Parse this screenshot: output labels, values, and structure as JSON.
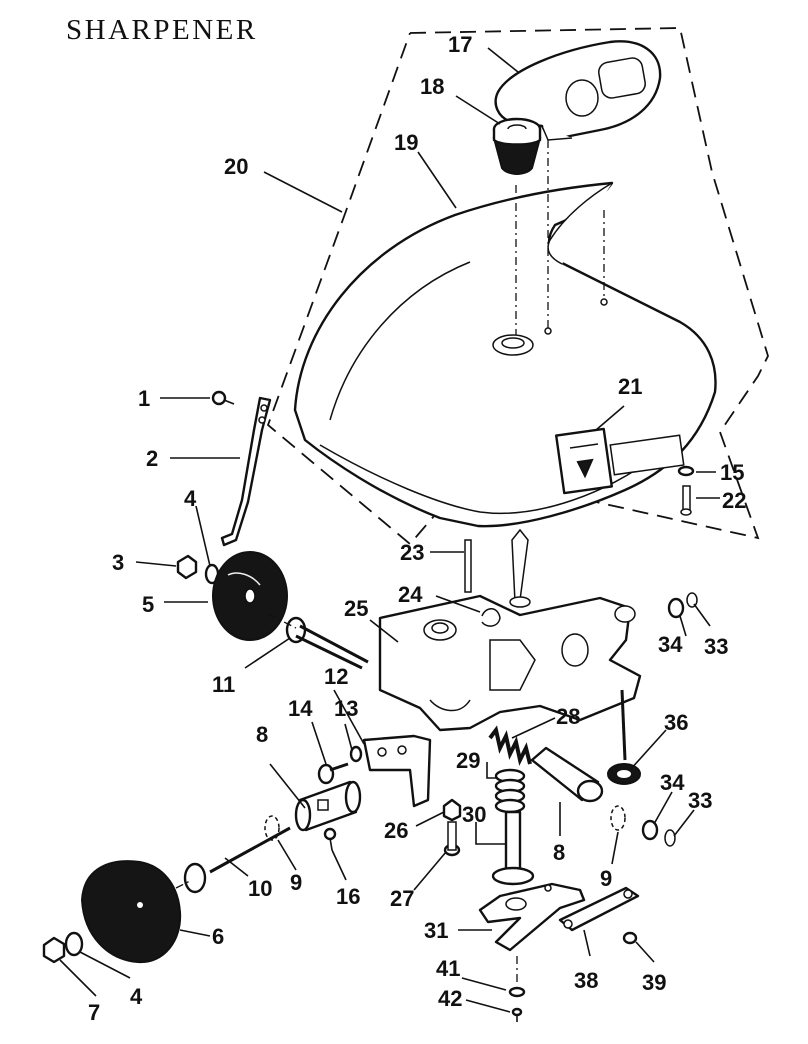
{
  "title": "SHARPENER",
  "callouts": [
    {
      "id": "c1",
      "label": "1"
    },
    {
      "id": "c2",
      "label": "2"
    },
    {
      "id": "c3",
      "label": "3"
    },
    {
      "id": "c4a",
      "label": "4"
    },
    {
      "id": "c5",
      "label": "5"
    },
    {
      "id": "c11",
      "label": "11"
    },
    {
      "id": "c25",
      "label": "25"
    },
    {
      "id": "c24",
      "label": "24"
    },
    {
      "id": "c23",
      "label": "23"
    },
    {
      "id": "c12",
      "label": "12"
    },
    {
      "id": "c14",
      "label": "14"
    },
    {
      "id": "c13",
      "label": "13"
    },
    {
      "id": "c8a",
      "label": "8"
    },
    {
      "id": "c28",
      "label": "28"
    },
    {
      "id": "c29",
      "label": "29"
    },
    {
      "id": "c26",
      "label": "26"
    },
    {
      "id": "c30",
      "label": "30"
    },
    {
      "id": "c8b",
      "label": "8"
    },
    {
      "id": "c27",
      "label": "27"
    },
    {
      "id": "c9a",
      "label": "9"
    },
    {
      "id": "c16",
      "label": "16"
    },
    {
      "id": "c10",
      "label": "10"
    },
    {
      "id": "c6",
      "label": "6"
    },
    {
      "id": "c7",
      "label": "7"
    },
    {
      "id": "c4b",
      "label": "4"
    },
    {
      "id": "c17",
      "label": "17"
    },
    {
      "id": "c18",
      "label": "18"
    },
    {
      "id": "c19",
      "label": "19"
    },
    {
      "id": "c20",
      "label": "20"
    },
    {
      "id": "c21",
      "label": "21"
    },
    {
      "id": "c15",
      "label": "15"
    },
    {
      "id": "c22",
      "label": "22"
    },
    {
      "id": "c34a",
      "label": "34"
    },
    {
      "id": "c33a",
      "label": "33"
    },
    {
      "id": "c36",
      "label": "36"
    },
    {
      "id": "c34b",
      "label": "34"
    },
    {
      "id": "c33b",
      "label": "33"
    },
    {
      "id": "c9b",
      "label": "9"
    },
    {
      "id": "c31",
      "label": "31"
    },
    {
      "id": "c38",
      "label": "38"
    },
    {
      "id": "c39",
      "label": "39"
    },
    {
      "id": "c41",
      "label": "41"
    },
    {
      "id": "c42",
      "label": "42"
    }
  ]
}
